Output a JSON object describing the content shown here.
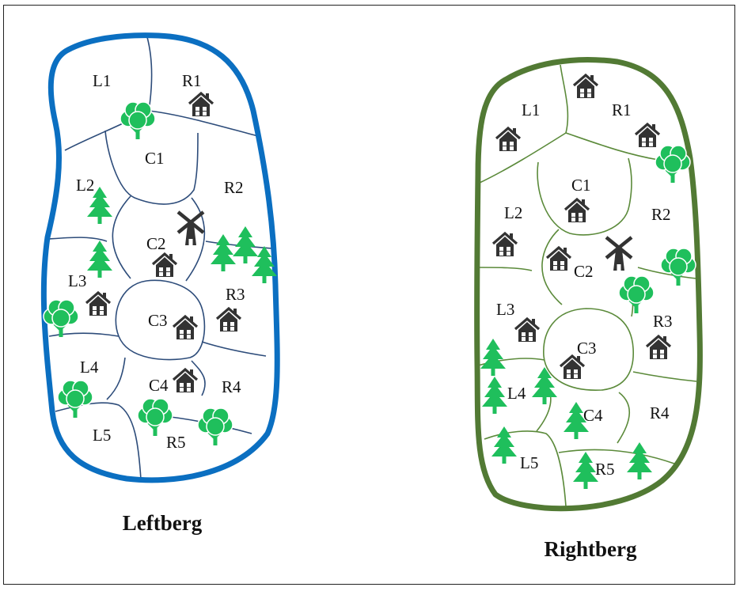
{
  "colors": {
    "leftberg_border": "#0b6fc1",
    "leftberg_lines": "#2d4c7a",
    "rightberg_border": "#527a34",
    "rightberg_lines": "#5b8a3a",
    "tree": "#1fbf5c",
    "house": "#333333",
    "windmill": "#333333"
  },
  "icons": [
    "house-icon",
    "deciduous-tree-icon",
    "pine-tree-icon",
    "windmill-icon"
  ],
  "leftberg": {
    "name": "Leftberg",
    "regions": [
      {
        "id": "L1",
        "label": "L1"
      },
      {
        "id": "R1",
        "label": "R1"
      },
      {
        "id": "C1",
        "label": "C1"
      },
      {
        "id": "L2",
        "label": "L2"
      },
      {
        "id": "R2",
        "label": "R2"
      },
      {
        "id": "C2",
        "label": "C2"
      },
      {
        "id": "L3",
        "label": "L3"
      },
      {
        "id": "R3",
        "label": "R3"
      },
      {
        "id": "C3",
        "label": "C3"
      },
      {
        "id": "L4",
        "label": "L4"
      },
      {
        "id": "C4",
        "label": "C4"
      },
      {
        "id": "R4",
        "label": "R4"
      },
      {
        "id": "L5",
        "label": "L5"
      },
      {
        "id": "R5",
        "label": "R5"
      }
    ]
  },
  "rightberg": {
    "name": "Rightberg",
    "regions": [
      {
        "id": "L1",
        "label": "L1"
      },
      {
        "id": "R1",
        "label": "R1"
      },
      {
        "id": "C1",
        "label": "C1"
      },
      {
        "id": "L2",
        "label": "L2"
      },
      {
        "id": "R2",
        "label": "R2"
      },
      {
        "id": "C2",
        "label": "C2"
      },
      {
        "id": "L3",
        "label": "L3"
      },
      {
        "id": "R3",
        "label": "R3"
      },
      {
        "id": "C3",
        "label": "C3"
      },
      {
        "id": "L4",
        "label": "L4"
      },
      {
        "id": "C4",
        "label": "C4"
      },
      {
        "id": "R4",
        "label": "R4"
      },
      {
        "id": "L5",
        "label": "L5"
      },
      {
        "id": "R5",
        "label": "R5"
      }
    ]
  }
}
